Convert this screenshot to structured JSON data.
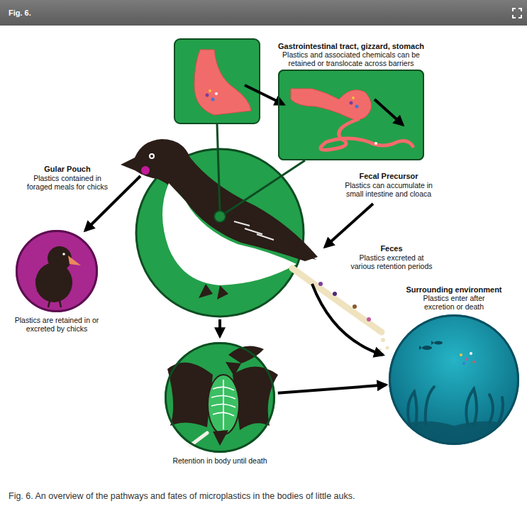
{
  "diagram": {
    "title": "Fig. 6.",
    "caption": "Fig. 6. An overview of the pathways and fates of microplastics in the bodies of little auks.",
    "nodes": [
      {
        "text": [
          "Gastrointestinal tract, gizzard, stomach",
          "Plastics and associated chemicals can be retained or translocate across barriers"
        ]
      },
      {
        "text": [
          "Plastics are retained in or excreted by chicks"
        ]
      },
      {
        "text": [
          "Retention in body until death"
        ]
      },
      {
        "text": [
          "Surrounding environment",
          "Plastics enter after excretion or death"
        ]
      }
    ],
    "edges": [
      {
        "from": 2,
        "to": 3,
        "arrow": "to"
      }
    ],
    "labels": [
      "Gular Pouch",
      "Plastics contained in foraged meals for chicks",
      "Fecal Precursor",
      "Plastics can accumulate in small intestine and cloaca",
      "Feces",
      "Plastics excreted at various retention periods"
    ]
  }
}
